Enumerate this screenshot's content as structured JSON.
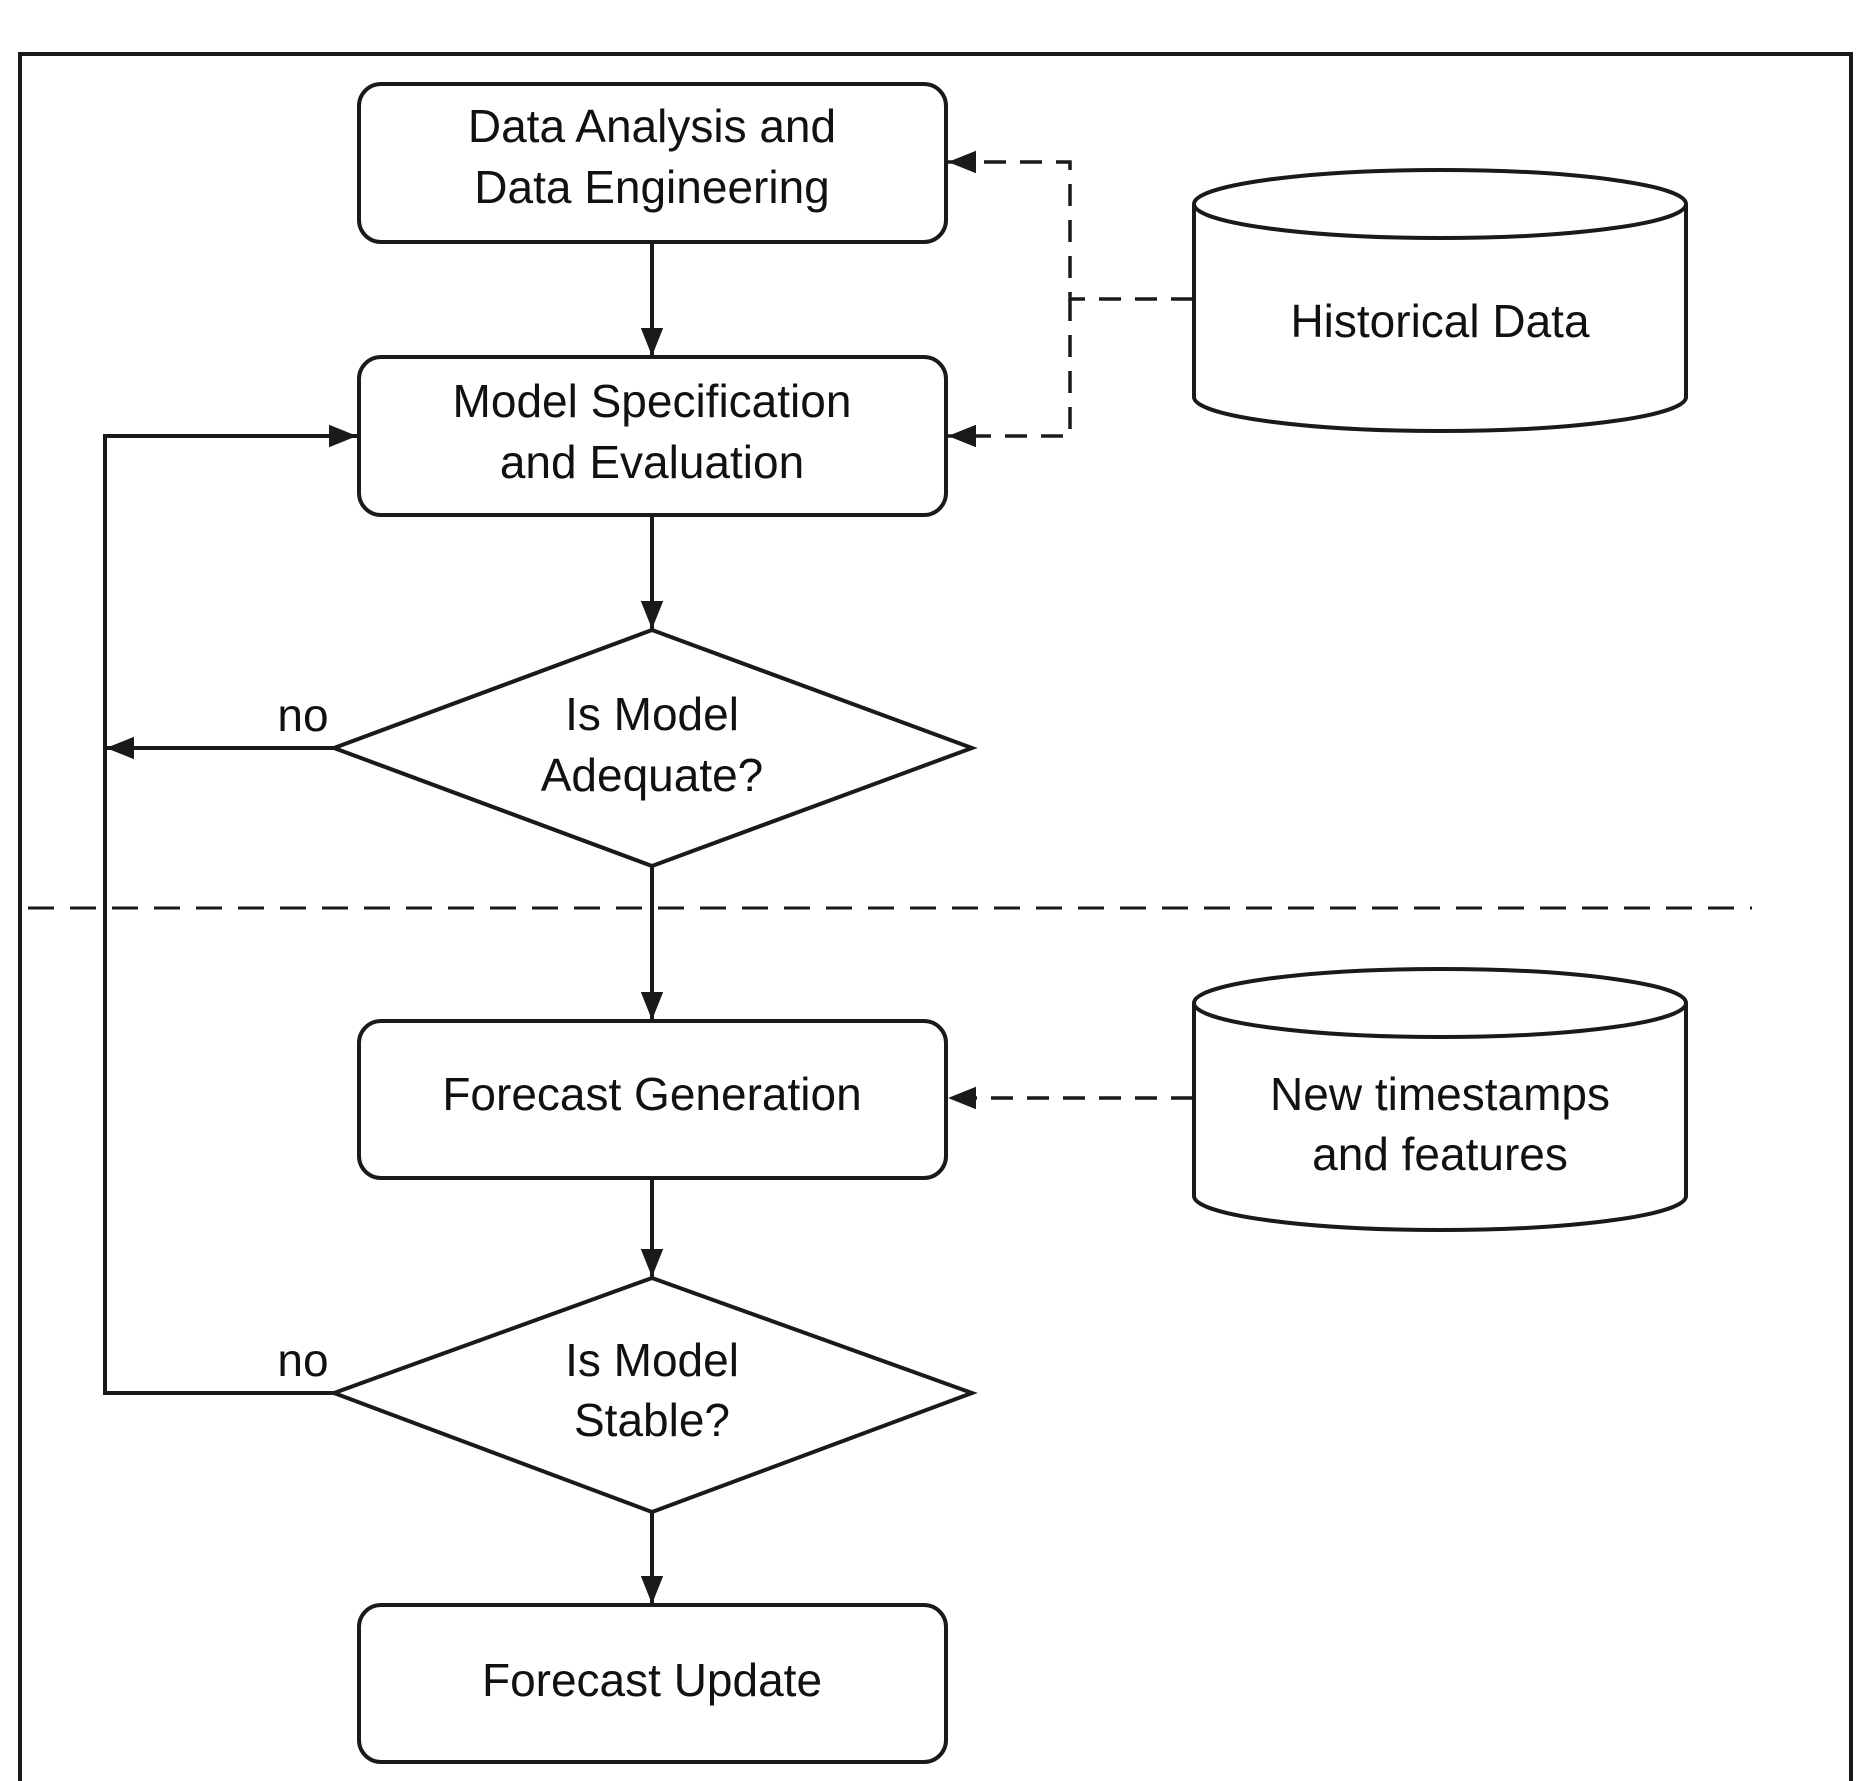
{
  "nodes": {
    "data_analysis": {
      "line1": "Data Analysis and",
      "line2": "Data Engineering"
    },
    "model_spec": {
      "line1": "Model Specification",
      "line2": "and Evaluation"
    },
    "adequate_decision": {
      "line1": "Is Model",
      "line2": "Adequate?"
    },
    "forecast_generation": {
      "label": "Forecast Generation"
    },
    "stable_decision": {
      "line1": "Is Model",
      "line2": "Stable?"
    },
    "forecast_update": {
      "label": "Forecast Update"
    }
  },
  "stores": {
    "historical": {
      "label": "Historical Data"
    },
    "new_inputs": {
      "line1": "New timestamps",
      "line2": "and features"
    }
  },
  "edge_labels": {
    "adequate_no": "no",
    "stable_no": "no"
  }
}
